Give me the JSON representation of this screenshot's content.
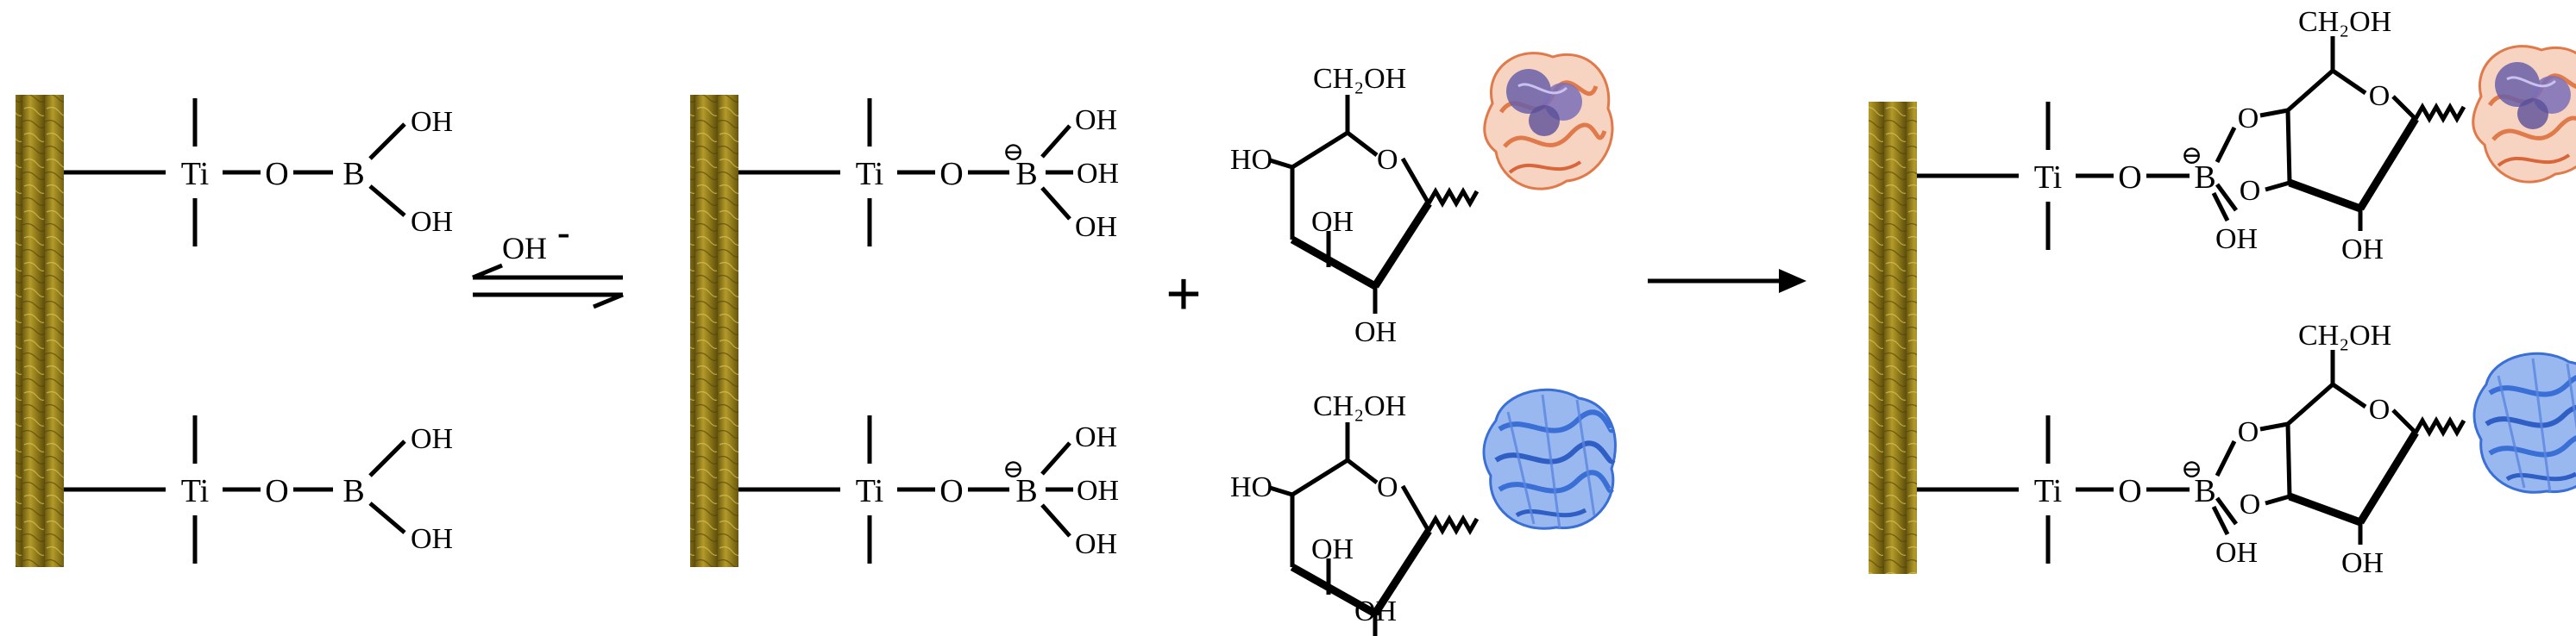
{
  "stage1": {
    "top": {
      "ti": "Ti",
      "o": "O",
      "b": "B",
      "oh1": "OH",
      "oh2": "OH"
    },
    "bottom": {
      "ti": "Ti",
      "o": "O",
      "b": "B",
      "oh1": "OH",
      "oh2": "OH"
    }
  },
  "equilibrium": {
    "reagent": "OH",
    "charge": "-"
  },
  "stage2": {
    "top": {
      "ti": "Ti",
      "o": "O",
      "b": "B",
      "minus": "⊖",
      "oh1": "OH",
      "oh2": "OH",
      "oh3": "OH"
    },
    "bottom": {
      "ti": "Ti",
      "o": "O",
      "b": "B",
      "minus": "⊖",
      "oh1": "OH",
      "oh2": "OH",
      "oh3": "OH"
    }
  },
  "plus": "+",
  "sugars": {
    "top": {
      "ch2oh": "CH₂OH",
      "ring_o": "O",
      "ho": "HO",
      "oh_mid": "OH",
      "oh_bottom": "OH"
    },
    "bottom": {
      "ch2oh": "CH₂OH",
      "ring_o": "O",
      "ho": "HO",
      "oh_mid": "OH",
      "oh_bottom": "OH"
    }
  },
  "product": {
    "top": {
      "ti": "Ti",
      "o": "O",
      "b": "B",
      "minus": "⊖",
      "o_ester1": "O",
      "o_ester2": "O",
      "ring_o": "O",
      "ch2oh": "CH₂OH",
      "oh_ring": "OH",
      "oh_b": "OH"
    },
    "bottom": {
      "ti": "Ti",
      "o": "O",
      "b": "B",
      "minus": "⊖",
      "o_ester1": "O",
      "o_ester2": "O",
      "ring_o": "O",
      "ch2oh": "CH₂OH",
      "oh_ring": "OH",
      "oh_b": "OH"
    }
  },
  "colors": {
    "substrate_gold": "#a08a1e",
    "glycoprotein_orange": "#e07a4a",
    "glycoprotein_purple": "#6a5fa8",
    "glycoprotein_blue": "#3a6fd6",
    "ink": "#000000"
  }
}
